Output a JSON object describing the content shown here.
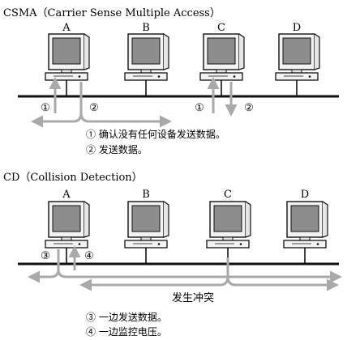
{
  "csma": {
    "title": "CSMA（Carrier Sense Multiple Access）",
    "computers": [
      "A",
      "B",
      "C",
      "D"
    ],
    "markers": [
      "①",
      "②",
      "①",
      "②"
    ],
    "notes": [
      "① 确认没有任何设备发送数据。",
      "② 发送数据。"
    ]
  },
  "cd": {
    "title": "CD（Collision Detection）",
    "computers": [
      "A",
      "B",
      "C",
      "D"
    ],
    "markers": [
      "③",
      "④"
    ],
    "collision_label": "发生冲突",
    "notes": [
      "③ 一边发送数据。",
      "④ 一边监控电压。"
    ]
  },
  "colors": {
    "line": "#111111",
    "arrow": "#a9a9a9",
    "screen": "#8d8d8d"
  }
}
